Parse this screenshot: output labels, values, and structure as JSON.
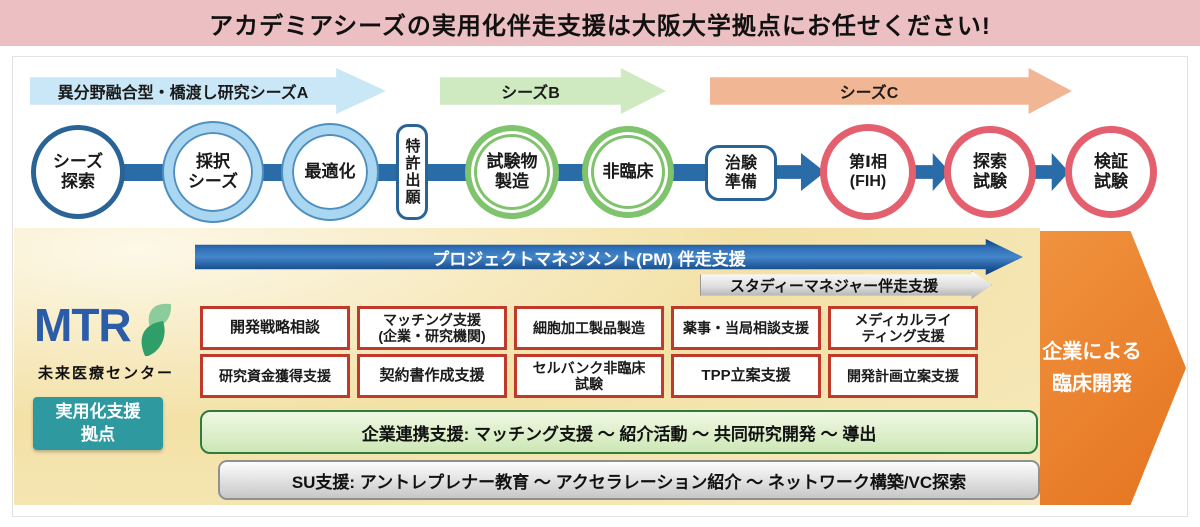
{
  "banner": {
    "title": "アカデミアシーズの実用化伴走支援は大阪大学拠点にお任せください!"
  },
  "phase_arrows": [
    {
      "label": "異分野融合型・橋渡し研究シーズA",
      "color": "#c9e7f6"
    },
    {
      "label": "シーズB",
      "color": "#cfeac1"
    },
    {
      "label": "シーズC",
      "color": "#f1b795"
    }
  ],
  "pipeline": {
    "stages": [
      {
        "label": "シーズ\n探索",
        "shape": "circle",
        "style": "blue-single"
      },
      {
        "label": "採択\nシーズ",
        "shape": "circle",
        "style": "blue-double"
      },
      {
        "label": "最適化",
        "shape": "circle",
        "style": "blue-double"
      },
      {
        "label": "特許出願",
        "shape": "vertical-box",
        "style": "blue-box"
      },
      {
        "label": "試験物\n製造",
        "shape": "circle",
        "style": "green-double"
      },
      {
        "label": "非臨床",
        "shape": "circle",
        "style": "green-double"
      },
      {
        "label": "治験\n準備",
        "shape": "box",
        "style": "blue-box"
      },
      {
        "label": "第Ⅰ相\n(FIH)",
        "shape": "circle",
        "style": "red"
      },
      {
        "label": "探索\n試験",
        "shape": "circle",
        "style": "red"
      },
      {
        "label": "検証\n試験",
        "shape": "circle",
        "style": "red"
      }
    ]
  },
  "support": {
    "pm_arrow_label": "プロジェクトマネジメント(PM) 伴走支援",
    "study_manager_arrow_label": "スタディーマネジャー伴走支援",
    "boxes": [
      "開発戦略相談",
      "マッチング支援\n(企業・研究機関)",
      "細胞加工製品製造",
      "薬事・当局相談支援",
      "メディカルライ\nティング支援",
      "研究資金獲得支援",
      "契約書作成支援",
      "セルバンク非臨床\n試験",
      "TPP立案支援",
      "開発計画立案支援"
    ],
    "partnership_label": "企業連携支援:  マッチング支援 〜 紹介活動 〜 共同研究開発  〜  導出",
    "su_label": "SU支援:  アントレプレナー教育 〜 アクセラレーション紹介 〜 ネットワーク構築/VC探索"
  },
  "clinical_arrow_label": "企業による\n臨床開発",
  "mtr": {
    "logo_text": "MTR",
    "org_name": "未来医療センター",
    "badge_label": "実用化支援\n拠点"
  },
  "colors": {
    "banner_pink": "#ecbfc2",
    "pipeline_blue": "#2a6ca8",
    "light_blue_ring": "#a9d6f0",
    "green_ring": "#7fc36c",
    "red_ring": "#e4606e",
    "support_box_border": "#bf3a2b",
    "orange_arrow": "#e5741f",
    "teal_badge": "#2e9aa0"
  }
}
